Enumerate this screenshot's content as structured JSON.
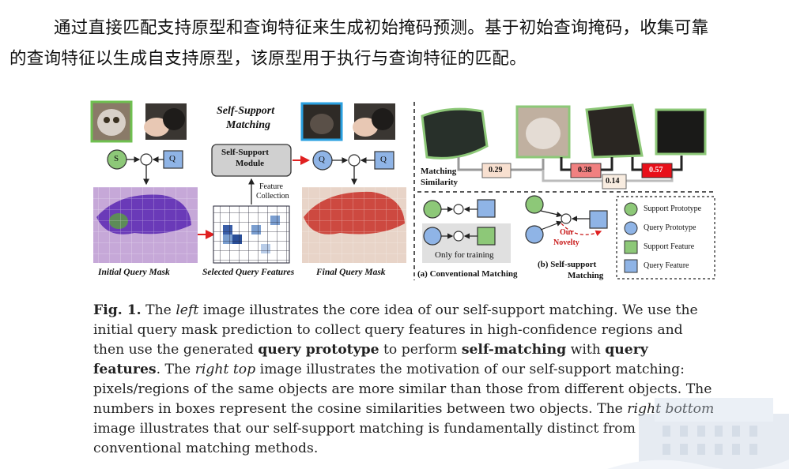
{
  "chinese": {
    "line1": "通过直接匹配支持原型和查询特征来生成初始掩码预测。基于初始查询掩码，收集可靠",
    "line2": "的查询特征以生成自支持原型，该原型用于执行与查询特征的匹配。"
  },
  "figure": {
    "self_support_title_1": "Self-Support",
    "self_support_title_2": "Matching",
    "module_label_1": "Self-Support",
    "module_label_2": "Module",
    "feature_collection_1": "Feature",
    "feature_collection_2": "Collection",
    "S": "S",
    "Q": "Q",
    "otimes": "⊗",
    "initial_query_mask": "Initial Query Mask",
    "selected_query_features": "Selected Query Features",
    "final_query_mask": "Final Query Mask",
    "matching_similarity_1": "Matching",
    "matching_similarity_2": "Similarity",
    "sim_values": [
      "0.29",
      "0.38",
      "0.57",
      "0.14"
    ],
    "only_for_training": "Only for training",
    "conventional_matching": "(a) Conventional Matching",
    "self_support_matching_b1": "(b) Self-support",
    "self_support_matching_b2": "Matching",
    "our_novelty_1": "Our",
    "our_novelty_2": "Novelty",
    "legend": [
      "Support Prototype",
      "Query Prototype",
      "Support Feature",
      "Query Feature"
    ]
  },
  "caption": {
    "fig_label": "Fig. 1.",
    "t1": " The ",
    "left": "left",
    "t2": " image illustrates the core idea of our self-support matching. We use the initial query mask prediction to collect query features in high-confidence regions and then use the generated ",
    "query_prototype": "query prototype",
    "t3": " to perform ",
    "self_matching": "self-matching",
    "t4": " with ",
    "query_features": "query features",
    "t5": ". The ",
    "right_top": "right top",
    "t6": " image illustrates the motivation of our self-support matching: pixels/regions of the same objects are more similar than those from different objects. The numbers in boxes represent the cosine similarities between two objects. The ",
    "right_bottom": "right bottom",
    "t7": " image illustrates that our self-support matching is fundamentally distinct from conventional matching methods."
  },
  "colors": {
    "support_green": "#8dc878",
    "query_blue": "#8fb4e6",
    "red_arrow": "#e02020",
    "purple_mask": "#7b4fc8",
    "red_mask": "#c83028"
  }
}
